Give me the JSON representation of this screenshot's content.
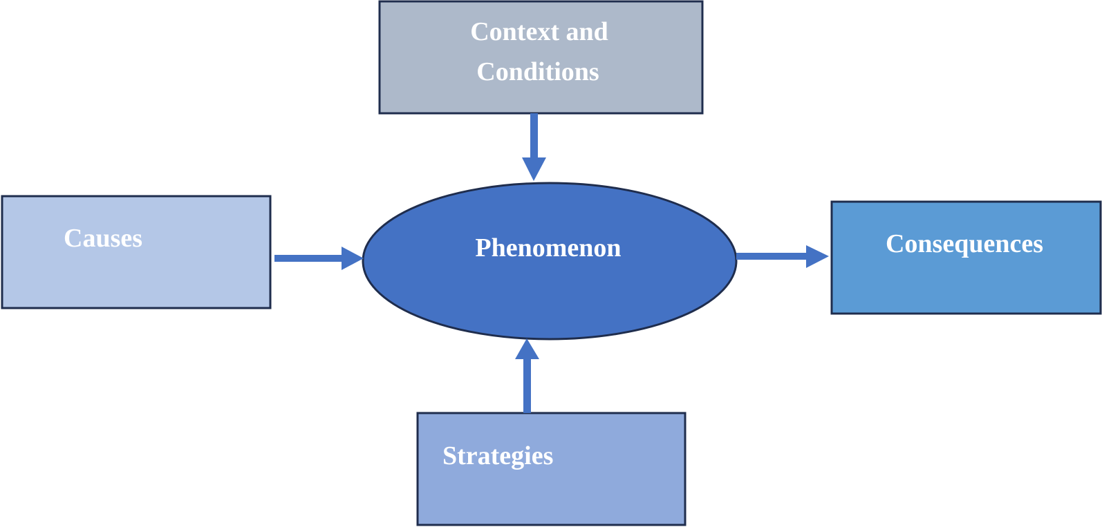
{
  "nodes": {
    "context": {
      "label_line1": "Context and",
      "label_line2": "Conditions"
    },
    "causes": {
      "label": "Causes"
    },
    "phenomenon": {
      "label": "Phenomenon"
    },
    "consequences": {
      "label": "Consequences"
    },
    "strategies": {
      "label": "Strategies"
    }
  },
  "colors": {
    "context_fill": "#adb9ca",
    "causes_fill": "#b4c7e7",
    "phenomenon_fill": "#4472c4",
    "consequences_fill": "#5b9bd5",
    "strategies_fill": "#8faadc",
    "border": "#1f2d4d",
    "arrow": "#4472c4",
    "text": "#ffffff"
  },
  "edges": [
    {
      "from": "context",
      "to": "phenomenon"
    },
    {
      "from": "causes",
      "to": "phenomenon"
    },
    {
      "from": "phenomenon",
      "to": "consequences"
    },
    {
      "from": "strategies",
      "to": "phenomenon"
    }
  ]
}
